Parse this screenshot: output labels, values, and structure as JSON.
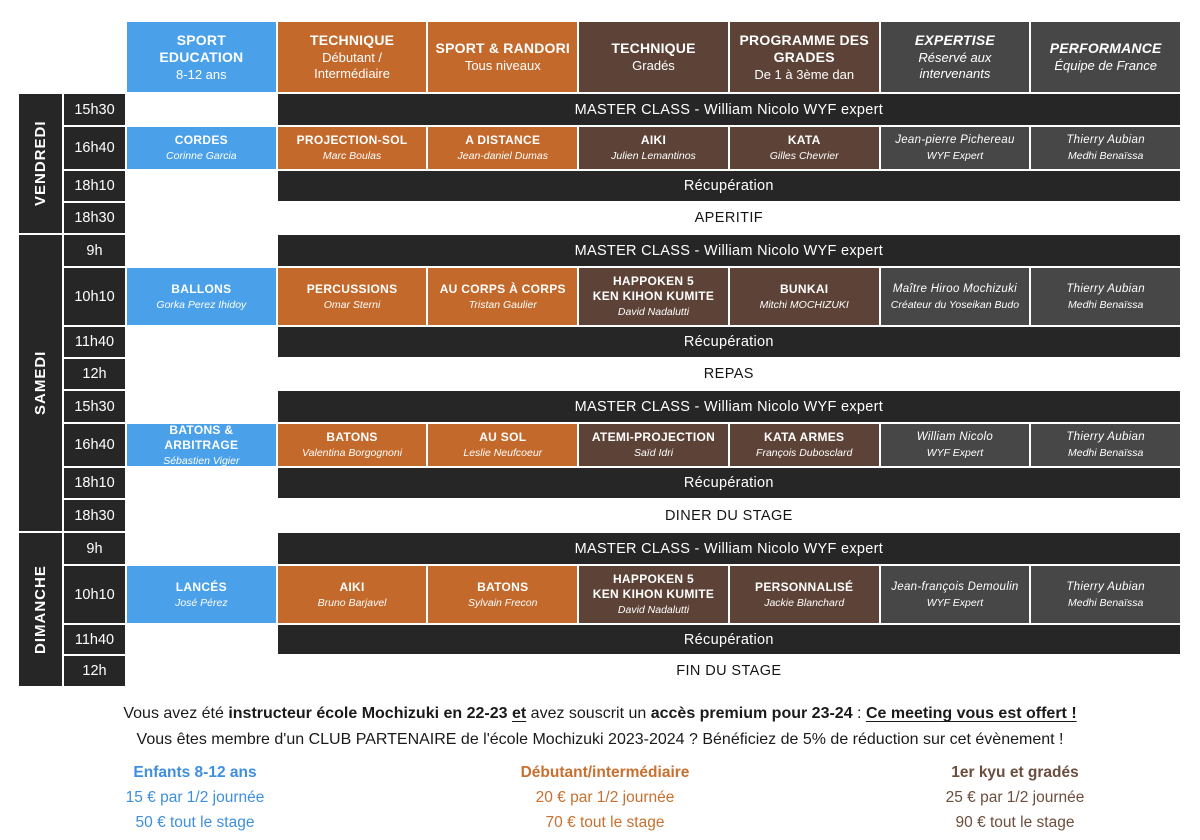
{
  "table": {
    "header_columns": [
      {
        "title": "SPORT EDUCATION",
        "subtitle": "8-12 ans"
      },
      {
        "title": "TECHNIQUE",
        "subtitle": "Débutant / Intermédiaire"
      },
      {
        "title": "SPORT & RANDORI",
        "subtitle": "Tous niveaux"
      },
      {
        "title": "TECHNIQUE",
        "subtitle": "Gradés"
      },
      {
        "title": "PROGRAMME DES GRADES",
        "subtitle": "De 1 à 3ème dan"
      },
      {
        "title": "EXPERTISE",
        "subtitle": "Réservé aux intervenants"
      },
      {
        "title": "PERFORMANCE",
        "subtitle": "Équipe de France"
      }
    ],
    "days": [
      {
        "label": "VENDREDI"
      },
      {
        "label": "SAMEDI"
      },
      {
        "label": "DIMANCHE"
      }
    ],
    "times": [
      "15h30",
      "16h40",
      "18h10",
      "18h30",
      "9h",
      "10h10",
      "11h40",
      "12h",
      "15h30",
      "16h40",
      "18h10",
      "18h30",
      "9h",
      "10h10",
      "11h40",
      "12h"
    ],
    "banners": {
      "master_class": "MASTER CLASS - William Nicolo WYF expert",
      "recovery": "Récupération",
      "aperitif": "APERITIF",
      "lunch": "REPAS",
      "dinner": "DINER DU STAGE",
      "end": "FIN DU STAGE"
    },
    "sessions": {
      "friday_1640": [
        {
          "title": "CORDES",
          "name": "Corinne Garcia"
        },
        {
          "title": "PROJECTION-SOL",
          "name": "Marc Boulas"
        },
        {
          "title": "A DISTANCE",
          "name": "Jean-daniel Dumas"
        },
        {
          "title": "AIKI",
          "name": "Julien Lemantinos"
        },
        {
          "title": "KATA",
          "name": "Gilles Chevrier"
        },
        {
          "title": "Jean-pierre Pichereau",
          "name": "WYF Expert"
        },
        {
          "title": "Thierry Aubian",
          "name": "Medhi Benaïssa"
        }
      ],
      "saturday_1010": [
        {
          "title": "BALLONS",
          "name": "Gorka Perez Ihidoy"
        },
        {
          "title": "PERCUSSIONS",
          "name": "Omar Sterni"
        },
        {
          "title": "AU CORPS À CORPS",
          "name": "Tristan Gaulier"
        },
        {
          "title": "HAPPOKEN 5",
          "title2": "KEN KIHON KUMITE",
          "name": "David Nadalutti"
        },
        {
          "title": "BUNKAI",
          "name": "Mitchi MOCHIZUKI"
        },
        {
          "title": "Maître Hiroo Mochizuki",
          "name": "Créateur du Yoseikan Budo"
        },
        {
          "title": "Thierry Aubian",
          "name": "Medhi Benaïssa"
        }
      ],
      "saturday_1640": [
        {
          "title": "BATONS & ARBITRAGE",
          "name": "Sébastien Vigier"
        },
        {
          "title": "BATONS",
          "name": "Valentina Borgognoni"
        },
        {
          "title": "AU SOL",
          "name": "Leslie Neufcoeur"
        },
        {
          "title": "ATEMI-PROJECTION",
          "name": "Saïd Idri"
        },
        {
          "title": "KATA ARMES",
          "name": "François Dubosclard"
        },
        {
          "title": "William Nicolo",
          "name": "WYF Expert"
        },
        {
          "title": "Thierry Aubian",
          "name": "Medhi Benaïssa"
        }
      ],
      "sunday_1010": [
        {
          "title": "LANCÉS",
          "name": "José Pérez"
        },
        {
          "title": "AIKI",
          "name": "Bruno Barjavel"
        },
        {
          "title": "BATONS",
          "name": "Sylvain Frecon"
        },
        {
          "title": "HAPPOKEN 5",
          "title2": "KEN KIHON KUMITE",
          "name": "David Nadalutti"
        },
        {
          "title": "PERSONNALISÉ",
          "name": "Jackie Blanchard"
        },
        {
          "title": "Jean-françois Demoulin",
          "name": "WYF Expert"
        },
        {
          "title": "Thierry Aubian",
          "name": "Medhi Benaïssa"
        }
      ]
    }
  },
  "footer": {
    "note1": [
      {
        "text": "Vous avez été "
      },
      {
        "text": "instructeur école Mochizuki en 22-23"
      },
      {
        "text": " "
      },
      {
        "text": "et"
      },
      {
        "text": " avez souscrit un "
      },
      {
        "text": "accès premium pour 23-24"
      },
      {
        "text": " : "
      },
      {
        "text": "Ce meeting vous est offert !"
      }
    ],
    "note2": "Vous êtes membre d'un CLUB PARTENAIRE de l'école Mochizuki 2023-2024 ? Bénéficiez de 5% de réduction sur cet évènement !",
    "pricing": [
      {
        "title": "Enfants 8-12 ans",
        "line1": "15 € par 1/2 journée",
        "line2": "50 € tout le stage"
      },
      {
        "title": "Débutant/intermédiaire",
        "line1": "20 € par 1/2 journée",
        "line2": "70 € tout le stage"
      },
      {
        "title": "1er kyu et gradés",
        "line1": "25 € par 1/2 journée",
        "line2": "90 € tout le stage"
      }
    ]
  },
  "colors": {
    "blue": "#4AA1E9",
    "orange": "#C3692B",
    "brown": "#5D4337",
    "gray": "#474747",
    "dark": "#262626",
    "price_blue": "#3E8FDE",
    "price_orange": "#C8702F",
    "price_brown": "#6B4E3D"
  }
}
